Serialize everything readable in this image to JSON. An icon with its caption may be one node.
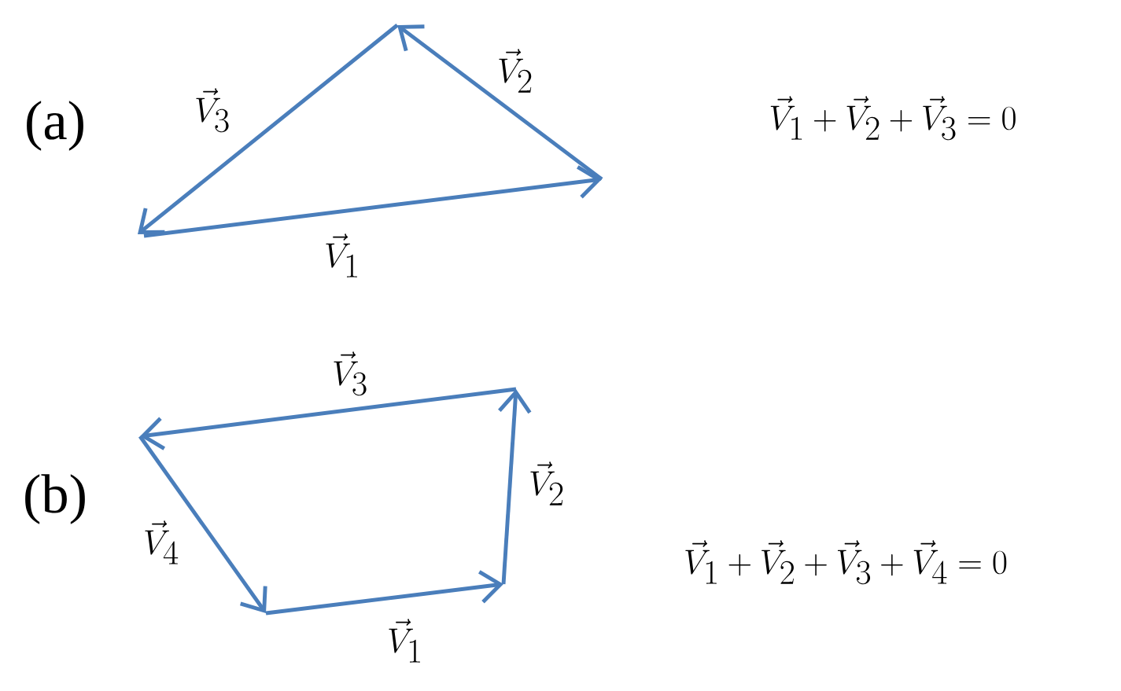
{
  "diagram": {
    "labels": [
      "\\vec{V}_2",
      "\\vec{V}_3",
      "(a)",
      "\\vec{V}_1+\\vec{V}_2+\\vec{V}_3=0",
      "\\vec{V}_1",
      "\\vec{V}_3",
      "\\vec{V}_2",
      "(b)",
      "\\vec{V}_4",
      "\\vec{V}_1+\\vec{V}_2+\\vec{V}_3+\\vec{V}_4=0",
      "\\vec{V}_1"
    ]
  }
}
